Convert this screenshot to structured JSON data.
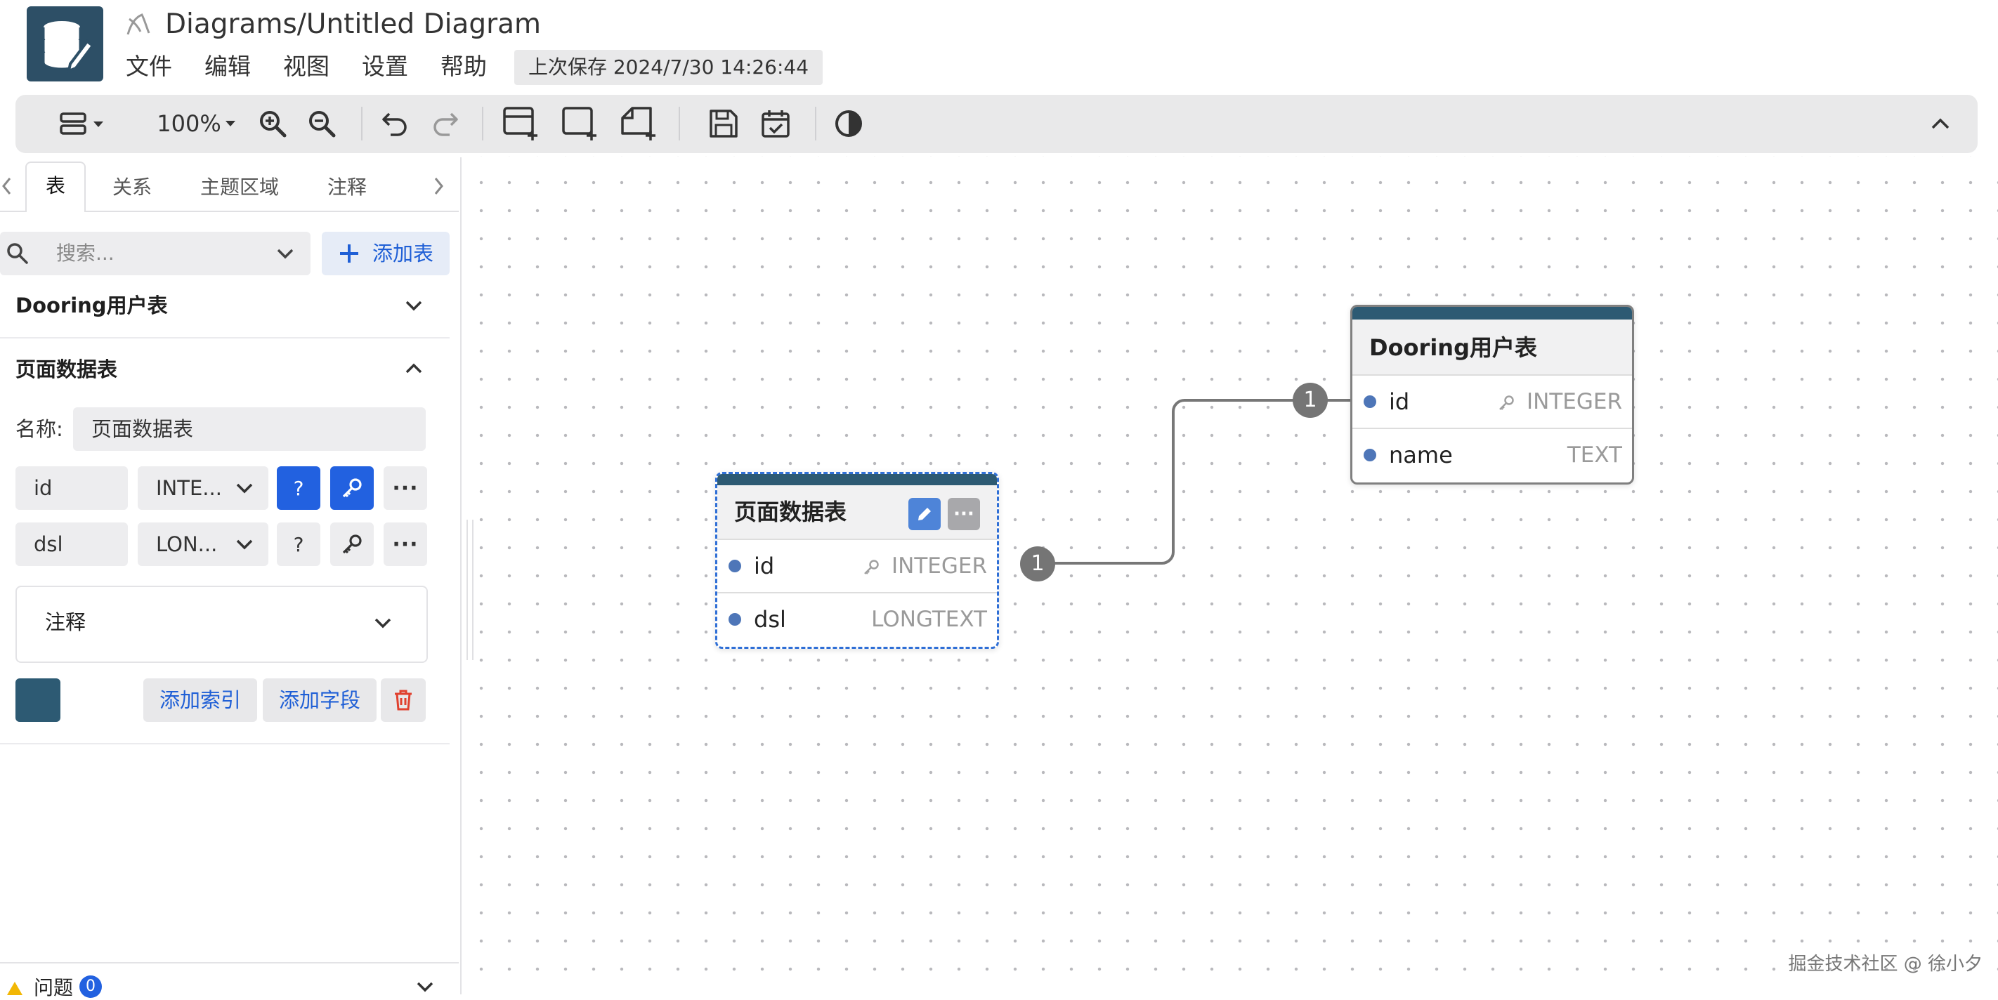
{
  "header": {
    "title": "Diagrams/Untitled Diagram",
    "menu": [
      "文件",
      "编辑",
      "视图",
      "设置",
      "帮助"
    ],
    "last_saved": "上次保存 2024/7/30 14:26:44"
  },
  "toolbar": {
    "zoom": "100%",
    "icons": [
      "layout-icon",
      "zoom-in-icon",
      "zoom-out-icon",
      "undo-icon",
      "redo-icon",
      "add-table-icon",
      "add-area-icon",
      "add-note-icon",
      "save-icon",
      "calendar-check-icon",
      "theme-toggle-icon",
      "collapse-icon"
    ]
  },
  "sidebar": {
    "tabs": [
      "表",
      "关系",
      "主题区域",
      "注释"
    ],
    "active_tab": "表",
    "search_placeholder": "搜索...",
    "add_table_label": "添加表",
    "tables": [
      {
        "name": "Dooring用户表",
        "expanded": false
      },
      {
        "name": "页面数据表",
        "expanded": true
      }
    ],
    "editor": {
      "name_label": "名称:",
      "name_value": "页面数据表",
      "fields": [
        {
          "name": "id",
          "type": "INTE...",
          "nullable_label": "?",
          "primary": true
        },
        {
          "name": "dsl",
          "type": "LON...",
          "nullable_label": "?",
          "primary": false
        }
      ],
      "comment_label": "注释",
      "table_color": "#2d5a73",
      "add_index_label": "添加索引",
      "add_field_label": "添加字段"
    },
    "issues": {
      "label": "问题",
      "count": "0"
    }
  },
  "canvas": {
    "tables": [
      {
        "name": "页面数据表",
        "selected": true,
        "header_color": "#2d5a73",
        "fields": [
          {
            "name": "id",
            "type": "INTEGER",
            "key": true
          },
          {
            "name": "dsl",
            "type": "LONGTEXT",
            "key": false
          }
        ]
      },
      {
        "name": "Dooring用户表",
        "selected": false,
        "header_color": "#2d5a73",
        "fields": [
          {
            "name": "id",
            "type": "INTEGER",
            "key": true
          },
          {
            "name": "name",
            "type": "TEXT",
            "key": false
          }
        ]
      }
    ],
    "relationship": {
      "from_cardinality": "1",
      "to_cardinality": "1"
    }
  },
  "watermark": "掘金技术社区 @ 徐小夕"
}
